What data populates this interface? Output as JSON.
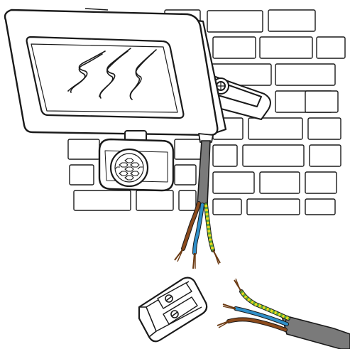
{
  "illustration": {
    "subject": "floodlight-with-pir-sensor-wiring",
    "colors": {
      "outline": "#1a1a1a",
      "background": "#ffffff",
      "lamp_body": "#ffffff",
      "cable_sheath": "#7a7a7a",
      "wire_brown": "#8b4a1c",
      "wire_blue": "#2f8fc9",
      "wire_earth_green": "#5cab3a",
      "wire_earth_yellow": "#e9d91c",
      "copper_tip": "#6b3a12"
    },
    "icons": [
      "brick-wall",
      "floodlight",
      "pir-motion-sensor",
      "wall-bracket",
      "terminal-connector-block",
      "three-core-cable"
    ]
  }
}
